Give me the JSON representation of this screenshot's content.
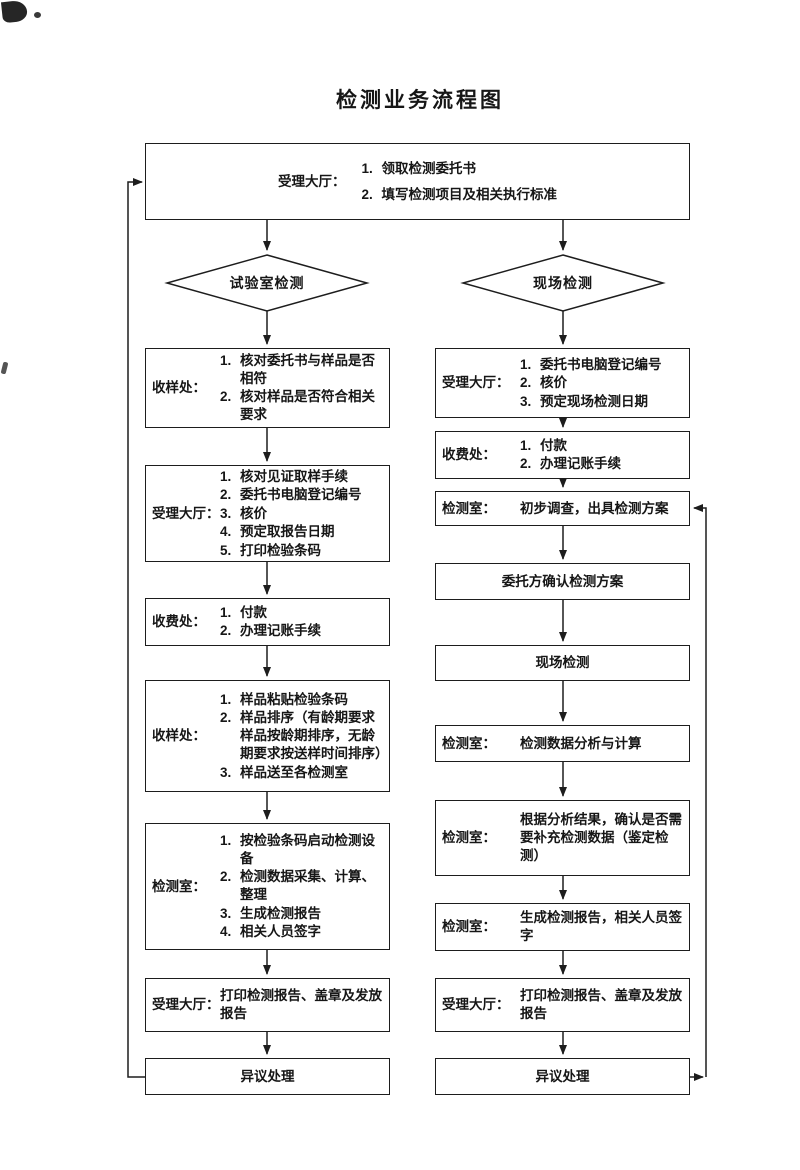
{
  "colors": {
    "ink": "#1d1d1d",
    "paper": "#ffffff"
  },
  "title": "检测业务流程图",
  "top_box": {
    "label": "受理大厅：",
    "items": [
      {
        "num": "1.",
        "text": "领取检测委托书"
      },
      {
        "num": "2.",
        "text": "填写检测项目及相关执行标准"
      }
    ]
  },
  "decisions": {
    "left": "试验室检测",
    "right": "现场检测"
  },
  "left_column": {
    "box1": {
      "label": "收样处：",
      "items": [
        {
          "num": "1.",
          "text": "核对委托书与样品是否相符"
        },
        {
          "num": "2.",
          "text": "核对样品是否符合相关要求"
        }
      ]
    },
    "box2": {
      "label": "受理大厅：",
      "items": [
        {
          "num": "1.",
          "text": "核对见证取样手续"
        },
        {
          "num": "2.",
          "text": "委托书电脑登记编号"
        },
        {
          "num": "3.",
          "text": "核价"
        },
        {
          "num": "4.",
          "text": "预定取报告日期"
        },
        {
          "num": "5.",
          "text": "打印检验条码"
        }
      ]
    },
    "box3": {
      "label": "收费处：",
      "items": [
        {
          "num": "1.",
          "text": "付款"
        },
        {
          "num": "2.",
          "text": "办理记账手续"
        }
      ]
    },
    "box4": {
      "label": "收样处：",
      "items": [
        {
          "num": "1.",
          "text": "样品粘贴检验条码"
        },
        {
          "num": "2.",
          "text": "样品排序（有龄期要求样品按龄期排序，无龄期要求按送样时间排序）"
        },
        {
          "num": "3.",
          "text": "样品送至各检测室"
        }
      ]
    },
    "box5": {
      "label": "检测室：",
      "items": [
        {
          "num": "1.",
          "text": "按检验条码启动检测设备"
        },
        {
          "num": "2.",
          "text": "检测数据采集、计算、整理"
        },
        {
          "num": "3.",
          "text": "生成检测报告"
        },
        {
          "num": "4.",
          "text": "相关人员签字"
        }
      ]
    },
    "box6": {
      "label": "受理大厅：",
      "text": "打印检测报告、盖章及发放报告"
    },
    "box7": {
      "text": "异议处理"
    }
  },
  "right_column": {
    "box1": {
      "label": "受理大厅：",
      "items": [
        {
          "num": "1.",
          "text": "委托书电脑登记编号"
        },
        {
          "num": "2.",
          "text": "核价"
        },
        {
          "num": "3.",
          "text": "预定现场检测日期"
        }
      ]
    },
    "box2": {
      "label": "收费处：",
      "items": [
        {
          "num": "1.",
          "text": "付款"
        },
        {
          "num": "2.",
          "text": "办理记账手续"
        }
      ]
    },
    "box3": {
      "label": "检测室：",
      "text": "初步调查，出具检测方案"
    },
    "box4": {
      "text": "委托方确认检测方案"
    },
    "box5": {
      "text": "现场检测"
    },
    "box6": {
      "label": "检测室：",
      "text": "检测数据分析与计算"
    },
    "box7": {
      "label": "检测室：",
      "text": "根据分析结果，确认是否需要补充检测数据（鉴定检测）"
    },
    "box8": {
      "label": "检测室：",
      "text": "生成检测报告，相关人员签字"
    },
    "box9": {
      "label": "受理大厅：",
      "text": "打印检测报告、盖章及发放报告"
    },
    "box10": {
      "text": "异议处理"
    }
  }
}
